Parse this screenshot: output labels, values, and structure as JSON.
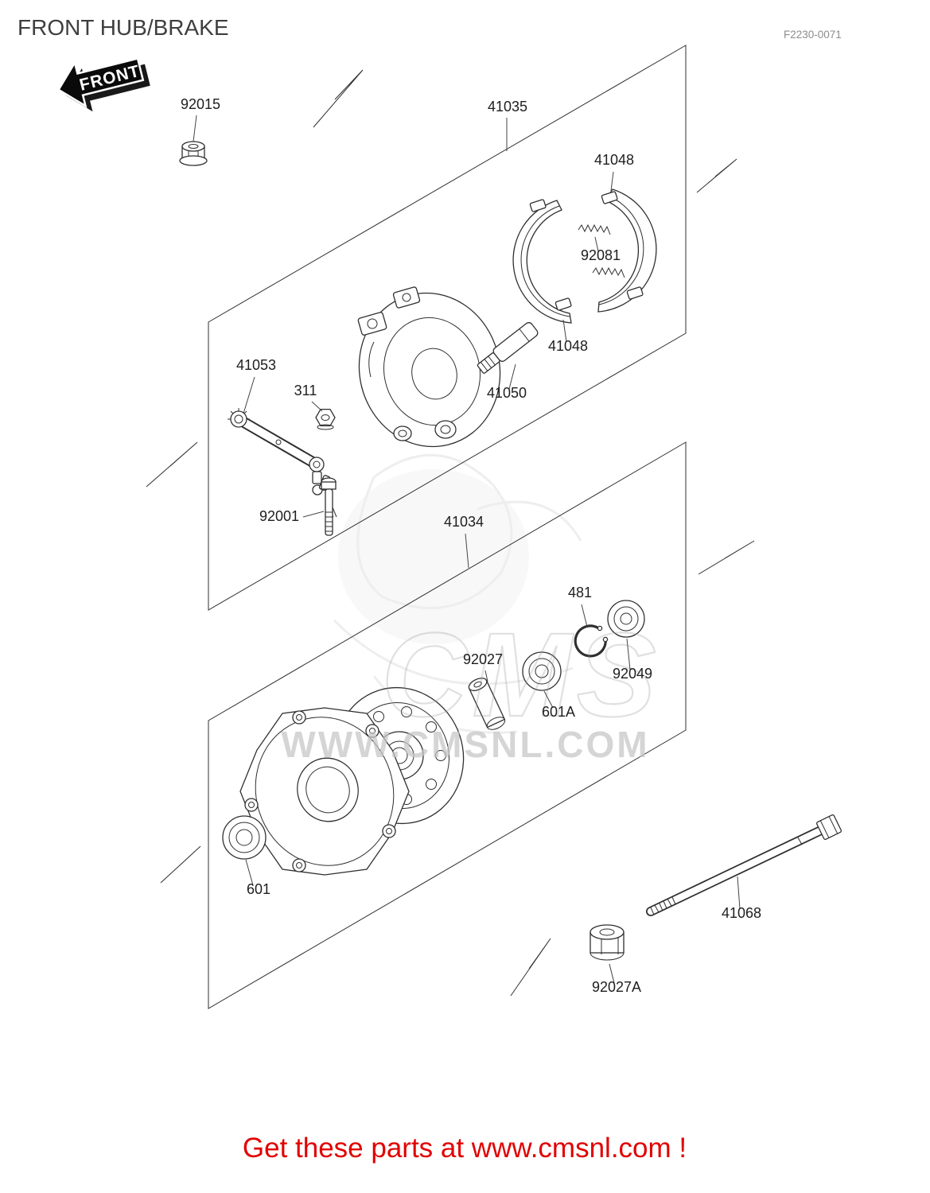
{
  "page": {
    "title": "FRONT HUB/BRAKE",
    "diagram_code": "F2230-0071",
    "front_arrow_label": "FRONT",
    "footer": "Get these parts at www.cmsnl.com !"
  },
  "watermark": {
    "text": "WWW.CMSNL.COM",
    "logo": "CMS"
  },
  "colors": {
    "footer_red": "#e10000",
    "diagram_line": "#2f2f2f",
    "watermark_gray": "#c6c6c6",
    "label_text": "#1e1e1e"
  },
  "part_labels": [
    "92015",
    "41035",
    "41048",
    "92081",
    "41048",
    "41050",
    "41053",
    "311",
    "92001",
    "41034",
    "481",
    "92027",
    "601A",
    "92049",
    "601",
    "41068",
    "92027A"
  ]
}
